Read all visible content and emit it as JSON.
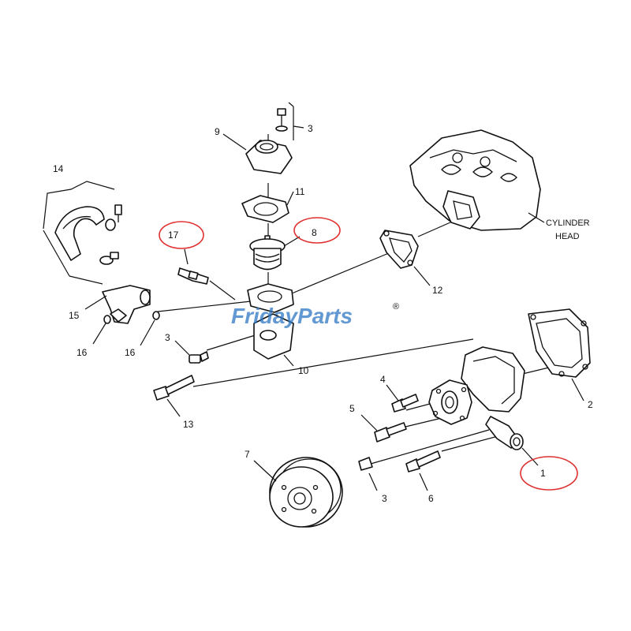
{
  "labels": {
    "p1": "1",
    "p2": "2",
    "p3a": "3",
    "p3b": "3",
    "p3c": "3",
    "p4": "4",
    "p5": "5",
    "p6": "6",
    "p7": "7",
    "p8": "8",
    "p9": "9",
    "p10": "10",
    "p11": "11",
    "p12": "12",
    "p13": "13",
    "p14": "14",
    "p15": "15",
    "p16a": "16",
    "p16b": "16",
    "p17": "17",
    "cylinder_line1": "CYLINDER",
    "cylinder_line2": "HEAD"
  },
  "highlighted_parts": [
    "17",
    "8",
    "1"
  ],
  "watermark": {
    "part1": "Friday",
    "part2": "Parts",
    "mark": "®",
    "color_primary": "#2f78c4",
    "color_accent": "#f5a623"
  },
  "colors": {
    "highlight": "#e03030",
    "ink": "#111111"
  }
}
